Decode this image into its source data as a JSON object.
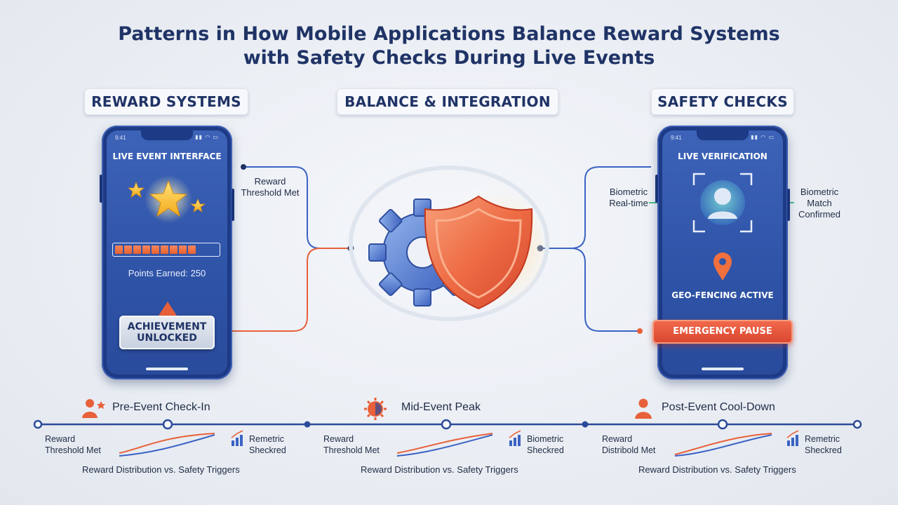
{
  "title": {
    "line1": "Patterns in How Mobile Applications Balance Reward Systems",
    "line2": "with Safety Checks During Live Events"
  },
  "sections": {
    "reward": "REWARD SYSTEMS",
    "balance": "BALANCE & INTEGRATION",
    "safety": "SAFETY CHECKS"
  },
  "reward_phone": {
    "time": "9:41",
    "screen_title": "LIVE EVENT INTERFACE",
    "progress_segments": 9,
    "points_text": "Points Earned: 250",
    "achievement_line1": "ACHIEVEMENT",
    "achievement_line2": "UNLOCKED"
  },
  "reward_callout": {
    "line1": "Reward",
    "line2": "Threshold Met"
  },
  "safety_phone": {
    "time": "9:41",
    "screen_title": "LIVE VERIFICATION",
    "geo_text": "GEO-FENCING ACTIVE"
  },
  "emergency_button": "EMERGENCY PAUSE",
  "safety_callouts": {
    "left_line1": "Biometric",
    "left_line2": "Real-time",
    "right_line1": "Biometric",
    "right_line2": "Match",
    "right_line3": "Confirmed"
  },
  "colors": {
    "navy": "#1f3366",
    "blue": "#3b63c4",
    "orange": "#e8603a",
    "green": "#2fb57a"
  },
  "icons": {
    "stars": "star-icon",
    "gear": "gear-icon",
    "shield": "shield-icon",
    "face": "face-scan-icon",
    "pin": "location-pin-icon",
    "people": "people-icon",
    "peak": "peak-icon",
    "person": "person-icon"
  },
  "timeline": {
    "stages": [
      {
        "label": "Pre-Event Check-In",
        "left_line1": "Reward",
        "left_line2": "Threshold Met",
        "right_line1": "Remetric",
        "right_line2": "Sheckred",
        "caption": "Reward Distribution vs. Safety Triggers"
      },
      {
        "label": "Mid-Event Peak",
        "left_line1": "Reward",
        "left_line2": "Threshold Met",
        "right_line1": "Biometric",
        "right_line2": "Sheckred",
        "caption": "Reward Distribution vs. Safety Triggers"
      },
      {
        "label": "Post-Event Cool-Down",
        "left_line1": "Reward",
        "left_line2": "Distribold Met",
        "right_line1": "Remetric",
        "right_line2": "Sheckred",
        "caption": "Reward Distribution vs. Safety Triggers"
      }
    ]
  }
}
